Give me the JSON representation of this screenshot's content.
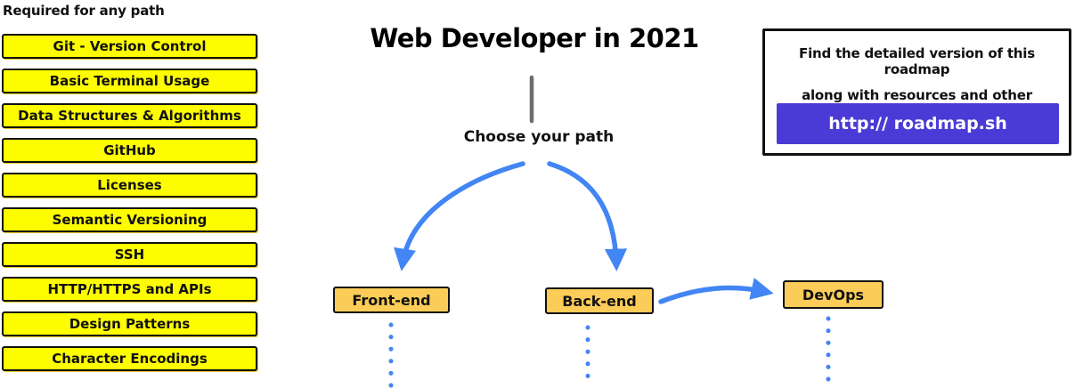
{
  "page": {
    "title": "Web Developer in 2021",
    "choose_path_label": "Choose your path"
  },
  "required_section": {
    "heading": "Required for any path",
    "items": [
      "Git - Version Control",
      "Basic Terminal Usage",
      "Data Structures & Algorithms",
      "GitHub",
      "Licenses",
      "Semantic Versioning",
      "SSH",
      "HTTP/HTTPS and APIs",
      "Design Patterns",
      "Character Encodings"
    ]
  },
  "paths": [
    {
      "label": "Front-end"
    },
    {
      "label": "Back-end"
    },
    {
      "label": "DevOps"
    }
  ],
  "info_box": {
    "line1": "Find the detailed version of this roadmap",
    "line2": "along with resources and other roadmaps",
    "button_label": "http:// roadmap.sh"
  },
  "colors": {
    "highlight_yellow": "#FDFD00",
    "node_orange": "#FBCC58",
    "arrow_blue": "#4285F4",
    "button_purple": "#4B3BD6",
    "divider_gray": "#6E6E6E"
  }
}
